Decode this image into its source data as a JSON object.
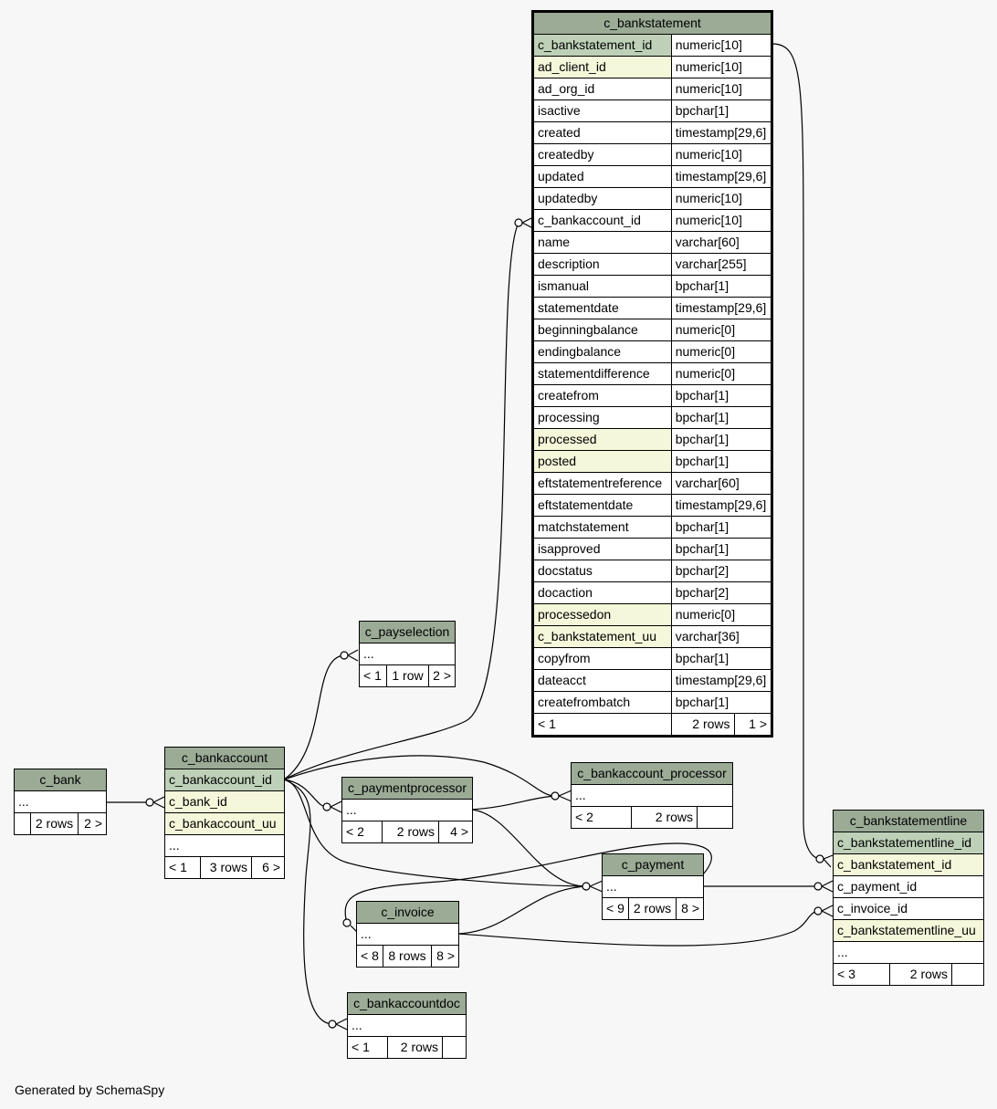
{
  "tables": {
    "c_bankstatement": {
      "name": "c_bankstatement",
      "columns": [
        {
          "name": "c_bankstatement_id",
          "type": "numeric[10]",
          "kind": "pk"
        },
        {
          "name": "ad_client_id",
          "type": "numeric[10]",
          "kind": "fk"
        },
        {
          "name": "ad_org_id",
          "type": "numeric[10]",
          "kind": ""
        },
        {
          "name": "isactive",
          "type": "bpchar[1]",
          "kind": ""
        },
        {
          "name": "created",
          "type": "timestamp[29,6]",
          "kind": ""
        },
        {
          "name": "createdby",
          "type": "numeric[10]",
          "kind": ""
        },
        {
          "name": "updated",
          "type": "timestamp[29,6]",
          "kind": ""
        },
        {
          "name": "updatedby",
          "type": "numeric[10]",
          "kind": ""
        },
        {
          "name": "c_bankaccount_id",
          "type": "numeric[10]",
          "kind": ""
        },
        {
          "name": "name",
          "type": "varchar[60]",
          "kind": ""
        },
        {
          "name": "description",
          "type": "varchar[255]",
          "kind": ""
        },
        {
          "name": "ismanual",
          "type": "bpchar[1]",
          "kind": ""
        },
        {
          "name": "statementdate",
          "type": "timestamp[29,6]",
          "kind": ""
        },
        {
          "name": "beginningbalance",
          "type": "numeric[0]",
          "kind": ""
        },
        {
          "name": "endingbalance",
          "type": "numeric[0]",
          "kind": ""
        },
        {
          "name": "statementdifference",
          "type": "numeric[0]",
          "kind": ""
        },
        {
          "name": "createfrom",
          "type": "bpchar[1]",
          "kind": ""
        },
        {
          "name": "processing",
          "type": "bpchar[1]",
          "kind": ""
        },
        {
          "name": "processed",
          "type": "bpchar[1]",
          "kind": "fk"
        },
        {
          "name": "posted",
          "type": "bpchar[1]",
          "kind": "fk"
        },
        {
          "name": "eftstatementreference",
          "type": "varchar[60]",
          "kind": ""
        },
        {
          "name": "eftstatementdate",
          "type": "timestamp[29,6]",
          "kind": ""
        },
        {
          "name": "matchstatement",
          "type": "bpchar[1]",
          "kind": ""
        },
        {
          "name": "isapproved",
          "type": "bpchar[1]",
          "kind": ""
        },
        {
          "name": "docstatus",
          "type": "bpchar[2]",
          "kind": ""
        },
        {
          "name": "docaction",
          "type": "bpchar[2]",
          "kind": ""
        },
        {
          "name": "processedon",
          "type": "numeric[0]",
          "kind": "fk"
        },
        {
          "name": "c_bankstatement_uu",
          "type": "varchar[36]",
          "kind": "fk"
        },
        {
          "name": "copyfrom",
          "type": "bpchar[1]",
          "kind": ""
        },
        {
          "name": "dateacct",
          "type": "timestamp[29,6]",
          "kind": ""
        },
        {
          "name": "createfrombatch",
          "type": "bpchar[1]",
          "kind": ""
        }
      ],
      "footer": {
        "parents": "< 1",
        "rows": "2 rows",
        "children": "1 >"
      }
    },
    "c_payselection": {
      "name": "c_payselection",
      "ellipsis": "...",
      "footer": {
        "parents": "< 1",
        "rows": "1 row",
        "children": "2 >"
      }
    },
    "c_bank": {
      "name": "c_bank",
      "ellipsis": "...",
      "footer": {
        "parents": "",
        "rows": "2 rows",
        "children": "2 >"
      }
    },
    "c_bankaccount": {
      "name": "c_bankaccount",
      "columns": [
        {
          "name": "c_bankaccount_id",
          "kind": "pk"
        },
        {
          "name": "c_bank_id",
          "kind": "fk"
        },
        {
          "name": "c_bankaccount_uu",
          "kind": "fk"
        },
        {
          "name": "...",
          "kind": ""
        }
      ],
      "footer": {
        "parents": "< 1",
        "rows": "3 rows",
        "children": "6 >"
      }
    },
    "c_paymentprocessor": {
      "name": "c_paymentprocessor",
      "ellipsis": "...",
      "footer": {
        "parents": "< 2",
        "rows": "2 rows",
        "children": "4 >"
      }
    },
    "c_bankaccount_processor": {
      "name": "c_bankaccount_processor",
      "ellipsis": "...",
      "footer": {
        "parents": "< 2",
        "rows": "2 rows",
        "children": ""
      }
    },
    "c_payment": {
      "name": "c_payment",
      "ellipsis": "...",
      "footer": {
        "parents": "< 9",
        "rows": "2 rows",
        "children": "8 >"
      }
    },
    "c_invoice": {
      "name": "c_invoice",
      "ellipsis": "...",
      "footer": {
        "parents": "< 8",
        "rows": "8 rows",
        "children": "8 >"
      }
    },
    "c_bankaccountdoc": {
      "name": "c_bankaccountdoc",
      "ellipsis": "...",
      "footer": {
        "parents": "< 1",
        "rows": "2 rows",
        "children": ""
      }
    },
    "c_bankstatementline": {
      "name": "c_bankstatementline",
      "columns": [
        {
          "name": "c_bankstatementline_id",
          "kind": "pk"
        },
        {
          "name": "c_bankstatement_id",
          "kind": "fk"
        },
        {
          "name": "c_payment_id",
          "kind": ""
        },
        {
          "name": "c_invoice_id",
          "kind": ""
        },
        {
          "name": "c_bankstatementline_uu",
          "kind": "fk"
        },
        {
          "name": "...",
          "kind": ""
        }
      ],
      "footer": {
        "parents": "< 3",
        "rows": "2 rows",
        "children": ""
      }
    }
  },
  "footer_text": "Generated by SchemaSpy"
}
